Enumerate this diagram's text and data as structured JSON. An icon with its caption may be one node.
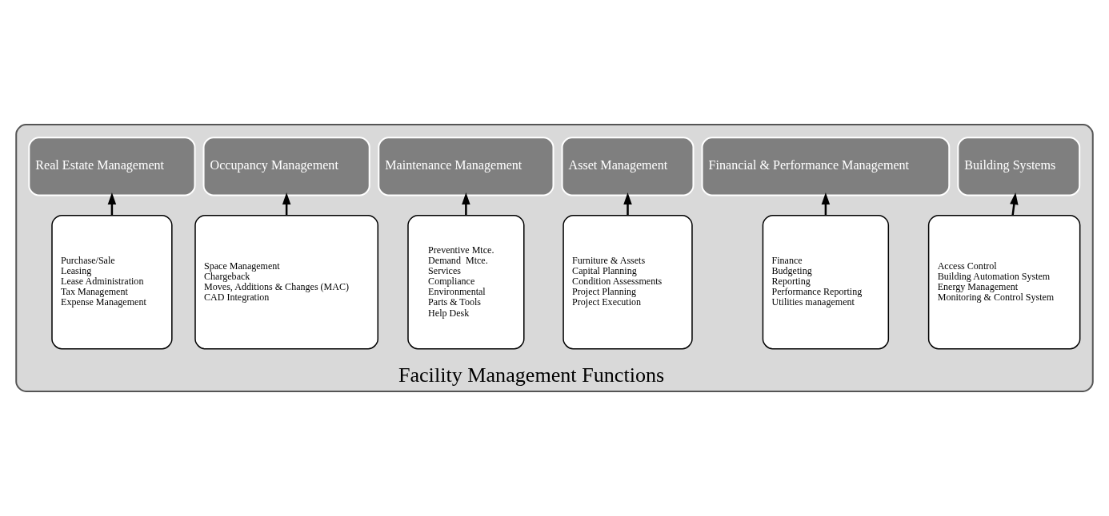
{
  "diagram": {
    "nodes": [
      {
        "text": [
          "Facility Management Functions"
        ]
      },
      {
        "text": [
          "Real Estate Management"
        ],
        "in": 0
      },
      {
        "text": [
          "Occupancy Management"
        ],
        "in": 0
      },
      {
        "text": [
          "Maintenance Management"
        ],
        "in": 0
      },
      {
        "text": [
          "Asset Management"
        ],
        "in": 0
      },
      {
        "text": [
          "Financial & Performance Management"
        ],
        "in": 0
      },
      {
        "text": [
          "Building Systems"
        ],
        "in": 0
      },
      {
        "text": [
          "Purchase/Sale",
          "Leasing",
          "Lease Administration",
          "Tax Management",
          "Expense Management"
        ],
        "in": 0
      },
      {
        "text": [
          "Space Management",
          "Chargeback",
          "Moves, Additions & Changes (MAC)",
          "CAD Integration"
        ],
        "in": 0
      },
      {
        "text": [
          "Preventive Mtce.",
          "Demand  Mtce.",
          "Services",
          "Compliance",
          "Environmental",
          "Parts & Tools",
          "Help Desk"
        ],
        "in": 0
      },
      {
        "text": [
          "Furniture & Assets",
          "Capital Planning",
          "Condition Assessments",
          "Project Planning",
          "Project Execution"
        ],
        "in": 0
      },
      {
        "text": [
          "Finance",
          "Budgeting",
          "Reporting",
          "Performance Reporting",
          "Utilities management"
        ],
        "in": 0
      },
      {
        "text": [
          "Access Control",
          "Building Automation System",
          "Energy Management",
          "Monitoring & Control System"
        ],
        "in": 0
      }
    ],
    "edges": [
      {
        "from": 7,
        "to": 1,
        "arrow": "to"
      },
      {
        "from": 8,
        "to": 2,
        "arrow": "to"
      },
      {
        "from": 9,
        "to": 3,
        "arrow": "to"
      },
      {
        "from": 10,
        "to": 4,
        "arrow": "to"
      },
      {
        "from": 11,
        "to": 5,
        "arrow": "to"
      },
      {
        "from": 12,
        "to": 6,
        "arrow": "to"
      }
    ]
  }
}
